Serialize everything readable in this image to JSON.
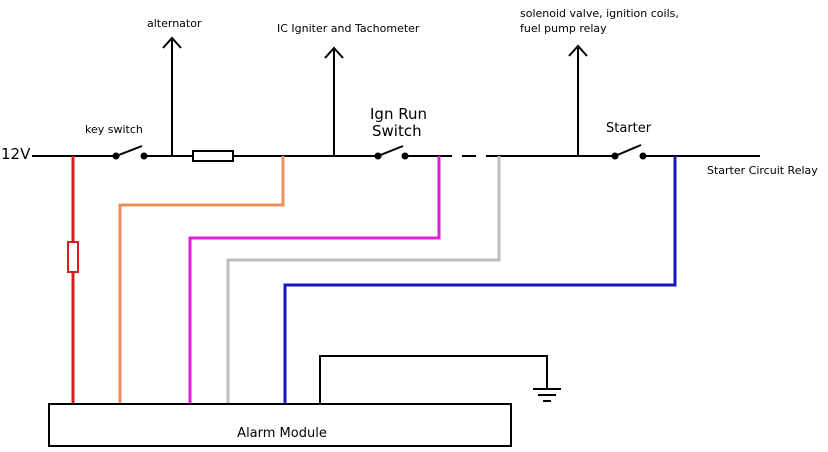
{
  "labels": {
    "supply": "12V",
    "key_switch": "key switch",
    "alternator": "alternator",
    "ic_igniter": "IC Igniter and Tachometer",
    "ign_run_line1": "Ign Run",
    "ign_run_line2": "Switch",
    "solenoid_line1": "solenoid valve, ignition coils,",
    "solenoid_line2": "fuel pump relay",
    "starter": "Starter",
    "starter_relay": "Starter Circuit Relay",
    "alarm_module": "Alarm Module"
  },
  "wire_colors": {
    "main": "#000000",
    "red": "#d42020",
    "orange": "#e8915a",
    "magenta": "#e020d8",
    "gray": "#bdbdbd",
    "blue": "#1818b8",
    "ground": "#000000"
  }
}
